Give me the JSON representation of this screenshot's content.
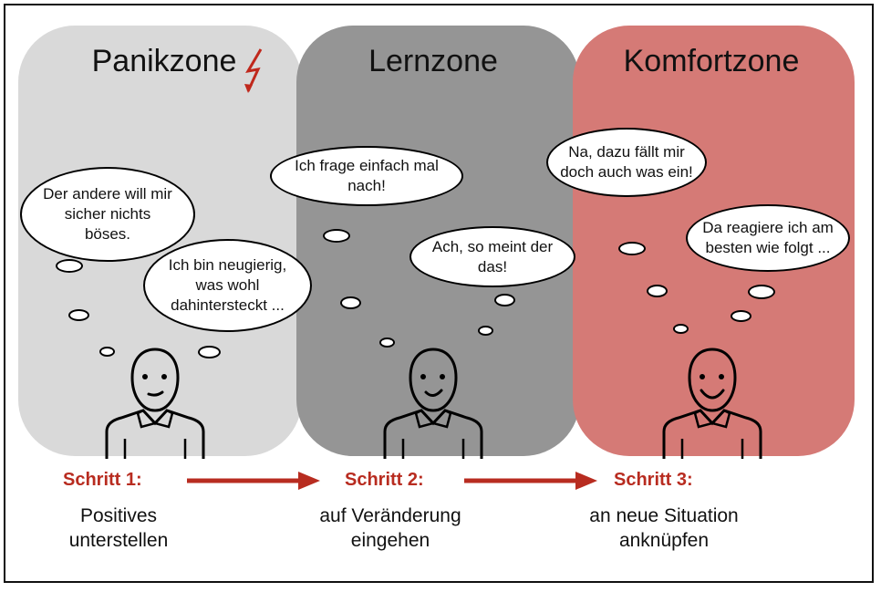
{
  "colors": {
    "panic": "#d9d9d9",
    "learn": "#959595",
    "comfort": "#d57a76",
    "accent": "#b82c20"
  },
  "zones": [
    {
      "title": "Panikzone",
      "icon": "lightning-icon",
      "bubbles": [
        "Der andere will mir\nsicher nichts\nböses.",
        "Ich bin neugierig,\nwas wohl\ndahintersteckt ..."
      ]
    },
    {
      "title": "Lernzone",
      "bubbles": [
        "Ich frage einfach mal\nnach!",
        "Ach, so meint der\ndas!"
      ]
    },
    {
      "title": "Komfortzone",
      "bubbles": [
        "Na, dazu fällt mir\ndoch auch was ein!",
        "Da reagiere ich am\nbesten wie folgt ..."
      ]
    }
  ],
  "steps": [
    {
      "label": "Schritt 1:",
      "text": "Positives\nunterstellen"
    },
    {
      "label": "Schritt 2:",
      "text": "auf Veränderung\neingehen"
    },
    {
      "label": "Schritt 3:",
      "text": "an neue Situation\nanknüpfen"
    }
  ]
}
